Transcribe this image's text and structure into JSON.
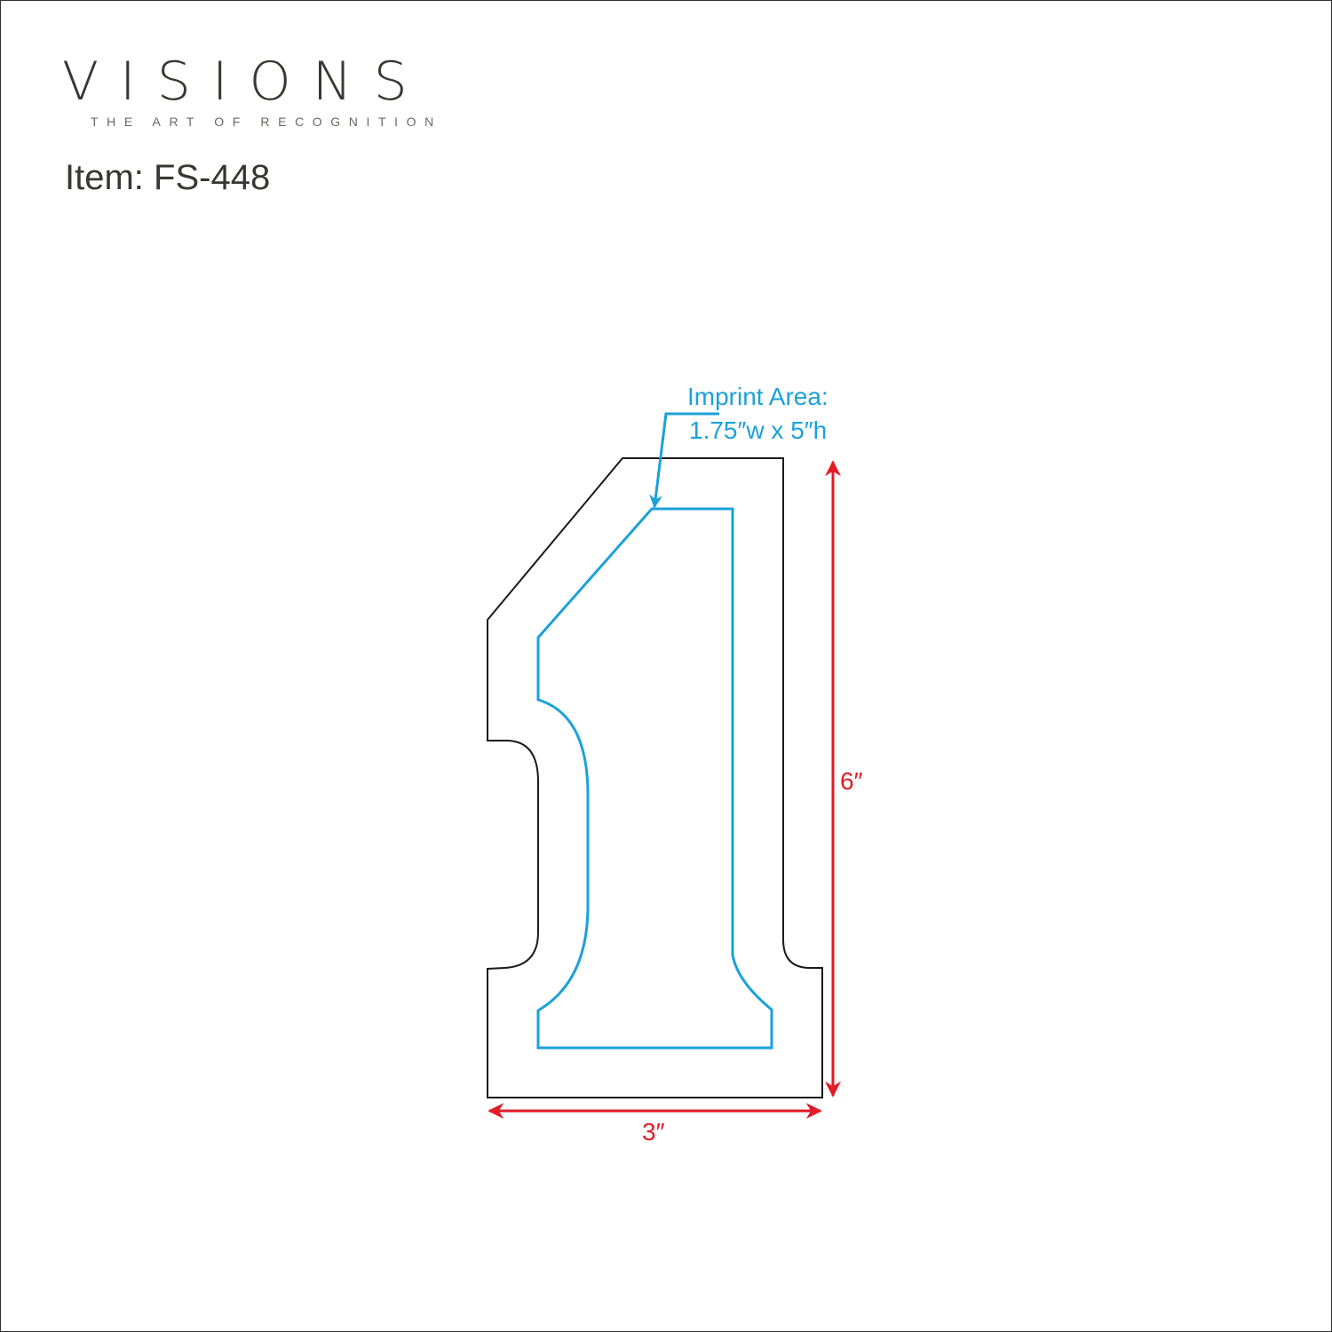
{
  "brand": {
    "name": "VISIONS",
    "tagline": "THE ART OF RECOGNITION"
  },
  "item_label": "Item: FS-448",
  "diagram": {
    "imprint_title": "Imprint Area:",
    "imprint_size": "1.75″w x 5″h",
    "height_label": "6″",
    "width_label": "3″",
    "colors": {
      "outline": "#1a1a1a",
      "imprint": "#1ba1da",
      "dimension": "#e21b24"
    }
  }
}
